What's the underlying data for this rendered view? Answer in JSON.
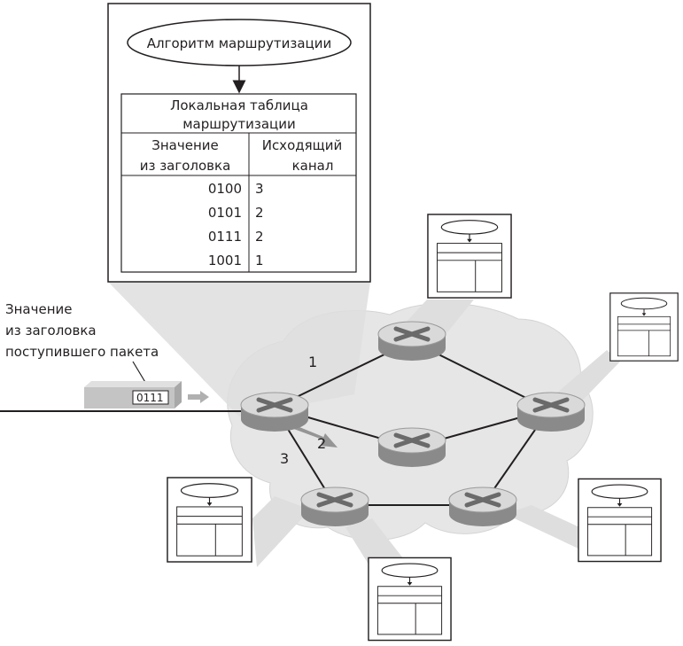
{
  "main_table": {
    "algorithm_label": "Алгоритм маршрутизации",
    "title_line1": "Локальная таблица",
    "title_line2": "маршрутизации",
    "col1_line1": "Значение",
    "col1_line2": "из заголовка",
    "col2_line1": "Исходящий",
    "col2_line2": "канал",
    "rows": [
      {
        "header_value": "0100",
        "link": "3"
      },
      {
        "header_value": "0101",
        "link": "2"
      },
      {
        "header_value": "0111",
        "link": "2"
      },
      {
        "header_value": "1001",
        "link": "1"
      }
    ]
  },
  "packet": {
    "caption_line1": "Значение",
    "caption_line2": "из заголовка",
    "caption_line3": "поступившего пакета",
    "header_value": "0111"
  },
  "links": {
    "link1": "1",
    "link2": "2",
    "link3": "3"
  },
  "colors": {
    "cloud": "#e6e6e6",
    "panel_shadow": "#dcdcdc",
    "router_top": "#d9d9d9",
    "router_side": "#8a8a8a",
    "line": "#231f20",
    "arrow": "#8c8c8c"
  }
}
